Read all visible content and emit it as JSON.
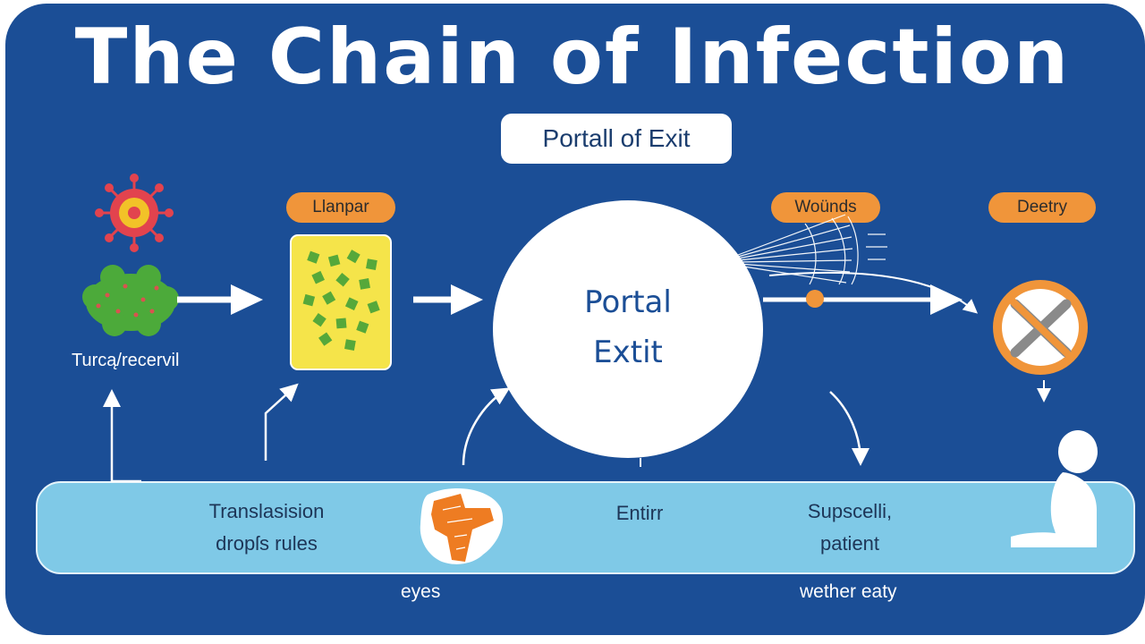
{
  "title": "The Chain of Infection",
  "stage_label": "Portall of Exit",
  "tags": {
    "left": "Llanpar",
    "wounds": "Woünds",
    "right": "Deetry"
  },
  "reservoir_label": "Turcą/recervil",
  "center": {
    "line1": "Portal",
    "line2": "Extit"
  },
  "band": {
    "left_line1": "Translasision",
    "left_line2": "dropſs rules",
    "middle": "Entirr",
    "right_line1": "Supscelli,",
    "right_line2": "patient"
  },
  "below": {
    "eyes": "eyes",
    "weather": "wether eaty"
  },
  "colors": {
    "background": "#1b4e96",
    "accent_orange": "#f0953a",
    "band": "#7fc9e7",
    "agent_box": "#f5e44a"
  },
  "icons": [
    "virus-icon",
    "bacteria-cluster-icon",
    "germ-box-icon",
    "droplet-spray-icon",
    "no-entry-icon",
    "head-icon",
    "patient-icon"
  ]
}
